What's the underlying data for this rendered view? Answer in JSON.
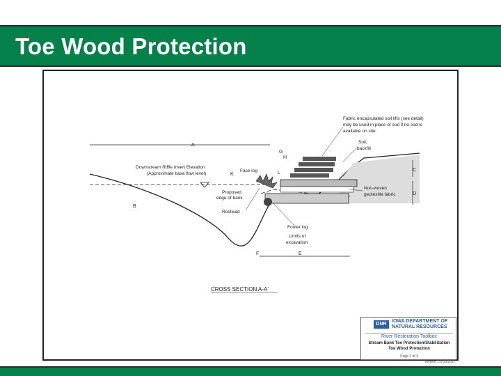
{
  "slide": {
    "title": "Toe Wood Protection",
    "colors": {
      "bar": "#04804b",
      "border": "#2c2c2c",
      "text": "#ffffff"
    }
  },
  "drawing": {
    "section_title": "CROSS SECTION A-A'",
    "dimensions": {
      "a": "A",
      "b": "B",
      "c": "C",
      "d": "D",
      "e": "E",
      "f": "F",
      "g": "G",
      "h": "H",
      "k": "K",
      "l": "L"
    },
    "labels": {
      "riffle_invert": "Downstream Riffle Invert Elevation",
      "base_flow": "(Approximate base flow level)",
      "face_log": "Face log",
      "proposed_edge_1": "Proposed",
      "proposed_edge_2": "edge of bank",
      "rootwad": "Rootwad",
      "fabric_1": "Fabric encapsulated soil lifts (see detail)",
      "fabric_2": "may be used in place of sod if no sod is",
      "fabric_3": "available on site",
      "soil_1": "Soil,",
      "soil_2": "backfill",
      "nonwoven_1": "Non-woven",
      "nonwoven_2": "geotextile fabric",
      "footer_log": "Footer log",
      "limits_1": "Limits of",
      "limits_2": "excavation"
    },
    "stamp": {
      "logo": "DNR",
      "agency_1": "IOWA DEPARTMENT OF",
      "agency_2": "NATURAL RESOURCES",
      "toolbox": "River Restoration Toolbox",
      "sheet_1": "Stream Bank Toe Protection/Stabilization",
      "sheet_2": "Toe Wood Protection",
      "page": "Page 1 of 3"
    },
    "revision": "Version 1.0 03/2017"
  }
}
